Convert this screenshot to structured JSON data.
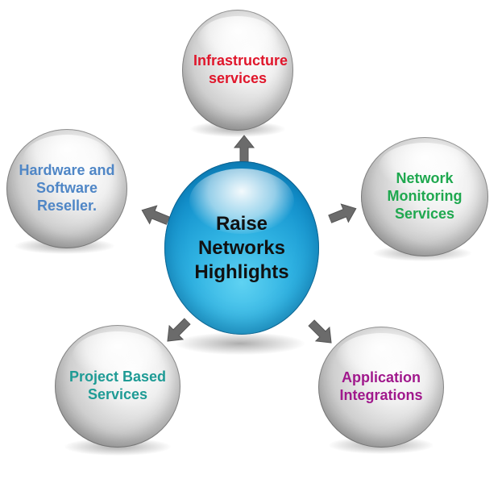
{
  "center": {
    "lines": [
      "Raise Networks",
      "Highlights"
    ]
  },
  "nodes": {
    "infrastructure": {
      "lines": [
        "Infrastructure",
        "services"
      ],
      "color": "#e0162b"
    },
    "network_monitoring": {
      "lines": [
        "Network",
        "Monitoring",
        "Services"
      ],
      "color": "#1fa84f"
    },
    "application_integrations": {
      "lines": [
        "Application",
        "Integrations"
      ],
      "color": "#a0188c"
    },
    "project_based": {
      "lines": [
        "Project Based",
        "Services"
      ],
      "color": "#1e9b95"
    },
    "hardware_software": {
      "lines": [
        "Hardware and",
        "Software",
        "Reseller."
      ],
      "color": "#4f86c6"
    }
  },
  "colors": {
    "center_text": "#111111",
    "arrow": "#6b6b6b",
    "center_sphere": "#1a9fd6",
    "outer_sphere": "#d4d4d4"
  },
  "icons": {
    "arrow": "arrow-right-icon"
  }
}
